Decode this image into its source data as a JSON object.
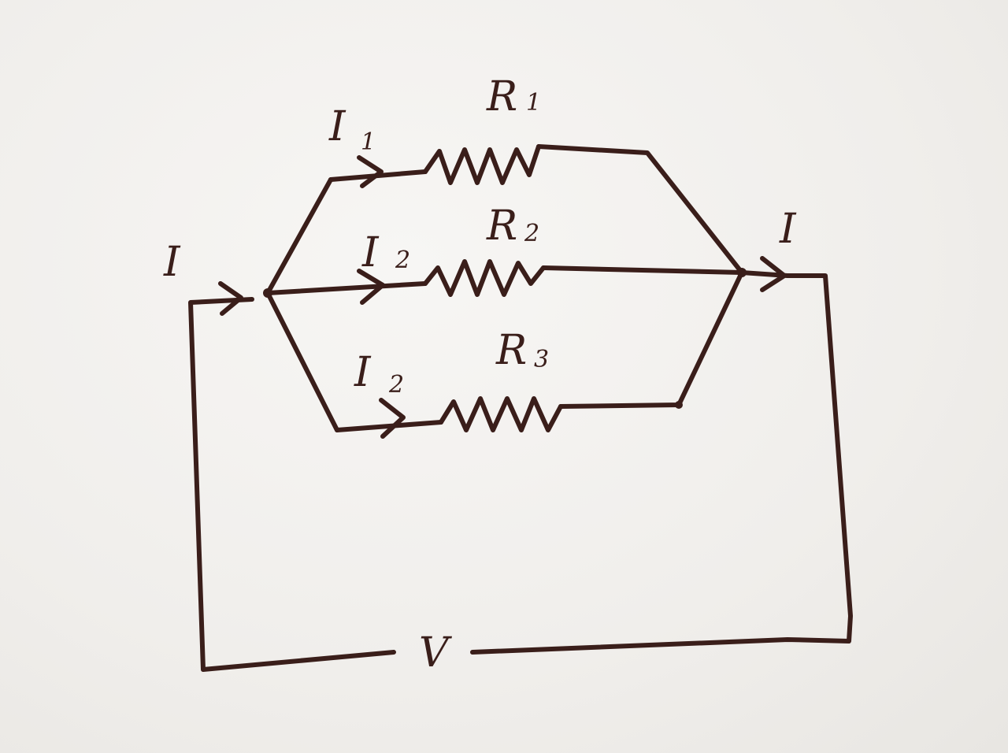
{
  "labels": {
    "i_in": "I",
    "i_out": "I",
    "i1": "I",
    "i1_sub": "1",
    "i2": "I",
    "i2_sub": "2",
    "i3": "I",
    "i3_sub": "2",
    "r1": "R",
    "r1_sub": "1",
    "r2": "R",
    "r2_sub": "2",
    "r3": "R",
    "r3_sub": "3",
    "v": "V"
  },
  "colors": {
    "ink": "#3a1e1a",
    "paper": "#f1efec"
  }
}
